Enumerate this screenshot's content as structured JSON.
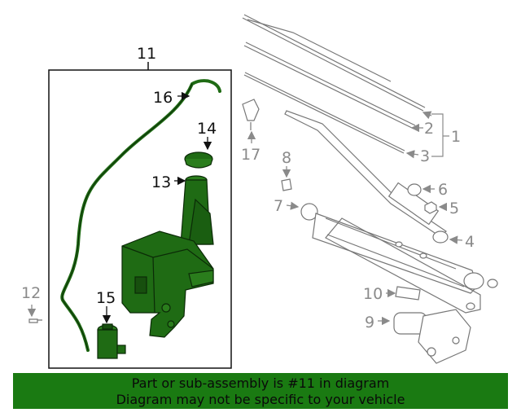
{
  "labels": {
    "l1": "1",
    "l2": "2",
    "l3": "3",
    "l4": "4",
    "l5": "5",
    "l6": "6",
    "l7": "7",
    "l8": "8",
    "l9": "9",
    "l10": "10",
    "l11": "11",
    "l12": "12",
    "l14": "14",
    "l13": "13",
    "l15": "15",
    "l16": "16",
    "l17": "17"
  },
  "colors": {
    "highlight": "#1f6b14",
    "banner": "#1a7a12",
    "grey": "#8a8a8a",
    "dark": "#111111"
  },
  "banner": {
    "line1": "Part or sub-assembly is #11 in diagram",
    "line2": "Diagram may not be specific to your vehicle"
  }
}
